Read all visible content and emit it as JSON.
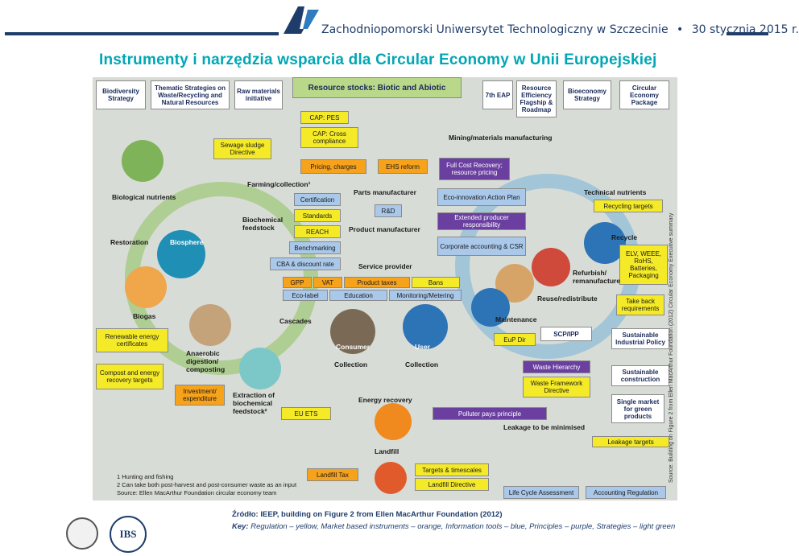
{
  "header": {
    "university": "Zachodniopomorski Uniwersytet Technologiczny w Szczecinie",
    "bullet": "•",
    "date": "30 stycznia 2015 r."
  },
  "title": "Instrumenty i narzędzia wsparcia dla Circular Economy w Unii Europejskiej",
  "top_boxes": [
    "Biodiversity Strategy",
    "Thematic Strategies on Waste/Recycling and Natural Resources",
    "Raw materials initiative",
    "Resource stocks: Biotic and Abiotic",
    "7th EAP",
    "Resource Efficiency Flagship & Roadmap",
    "Bioeconomy Strategy",
    "Circular Economy Package"
  ],
  "left_boxes": {
    "sewage": "Sewage sludge Directive",
    "renewable": "Renewable energy certificates",
    "compost": "Compost and energy recovery targets",
    "investment": "Investment/ expenditure"
  },
  "center_boxes": {
    "cap_pes": "CAP: PES",
    "cap_cross": "CAP: Cross compliance",
    "pricing": "Pricing, charges",
    "ehs": "EHS reform",
    "full_cost": "Full Cost Recovery; resource pricing",
    "certification": "Certification",
    "standards": "Standards",
    "reach": "REACH",
    "benchmarking": "Benchmarking",
    "cba": "CBA & discount rate",
    "rd": "R&D",
    "eco_innovation": "Eco-innovation Action Plan",
    "epr": "Extended producer responsibility",
    "corporate": "Corporate accounting & CSR",
    "gpp": "GPP",
    "vat": "VAT",
    "product_taxes": "Product taxes",
    "bans": "Bans",
    "eco_label": "Eco-label",
    "education": "Education",
    "monitoring": "Monitoring/Metering",
    "eu_ets": "EU ETS",
    "eup_dir": "EuP Dir",
    "scp": "SCP/IPP",
    "waste_hierarchy": "Waste Hierarchy",
    "wfd": "Waste Framework Directive",
    "polluter": "Polluter pays principle",
    "landfill_tax": "Landfill Tax",
    "targets": "Targets & timescales",
    "landfill_dir": "Landfill Directive",
    "lca": "Life Cycle Assessment",
    "accounting": "Accounting Regulation"
  },
  "right_boxes": {
    "recycling_targets": "Recycling targets",
    "elv": "ELV, WEEE, RoHS, Batteries, Packaging",
    "take_back": "Take back requirements",
    "sustainable_industrial": "Sustainable Industrial Policy",
    "sustainable_construction": "Sustainable construction",
    "single_market": "Single market for green products",
    "leakage_targets": "Leakage targets"
  },
  "labels": {
    "biological_nutrients": "Biological nutrients",
    "restoration": "Restoration",
    "biosphere": "Biosphere",
    "biogas": "Biogas",
    "anaerobic": "Anaerobic digestion/ composting",
    "extraction": "Extraction of biochemical feedstock²",
    "cascades": "Cascades",
    "farming": "Farming/collection¹",
    "biochemical_feedstock": "Biochemical feedstock",
    "mining": "Mining/materials manufacturing",
    "parts": "Parts manufacturer",
    "product_manufacturer": "Product manufacturer",
    "service_provider": "Service provider",
    "technical_nutrients": "Technical nutrients",
    "recycle": "Recycle",
    "refurbish": "Refurbish/ remanufacture",
    "reuse": "Reuse/redistribute",
    "maintenance": "Maintenance",
    "consumer": "Consumer",
    "user": "User",
    "collection_left": "Collection",
    "collection_right": "Collection",
    "energy_recovery": "Energy recovery",
    "landfill": "Landfill",
    "leakage": "Leakage to be minimised"
  },
  "footnote": [
    "1 Hunting and fishing",
    "2 Can take both post-harvest and post-consumer waste as an input",
    "Source: Ellen MacArthur Foundation circular economy team"
  ],
  "vertical_source": "Source: Building on Figure 2 from Ellen MacArthur Foundation (2012) Circular Economy Executive summary",
  "source": "Źródło: IEEP, building on Figure 2 from Ellen MacArthur Foundation (2012)",
  "key": {
    "prefix": "Key:",
    "text": " Regulation – yellow, Market based instruments – orange, Information tools – blue, Principles – purple, Strategies – light green"
  },
  "footer_logo": "IBS",
  "colors": {
    "title": "#00a7b5",
    "header": "#1f3d6b",
    "regulation": "#f5ea27",
    "market": "#f7a21b",
    "information": "#a9c8ea",
    "principles": "#6a3fa0",
    "strategies": "#b9d889"
  }
}
